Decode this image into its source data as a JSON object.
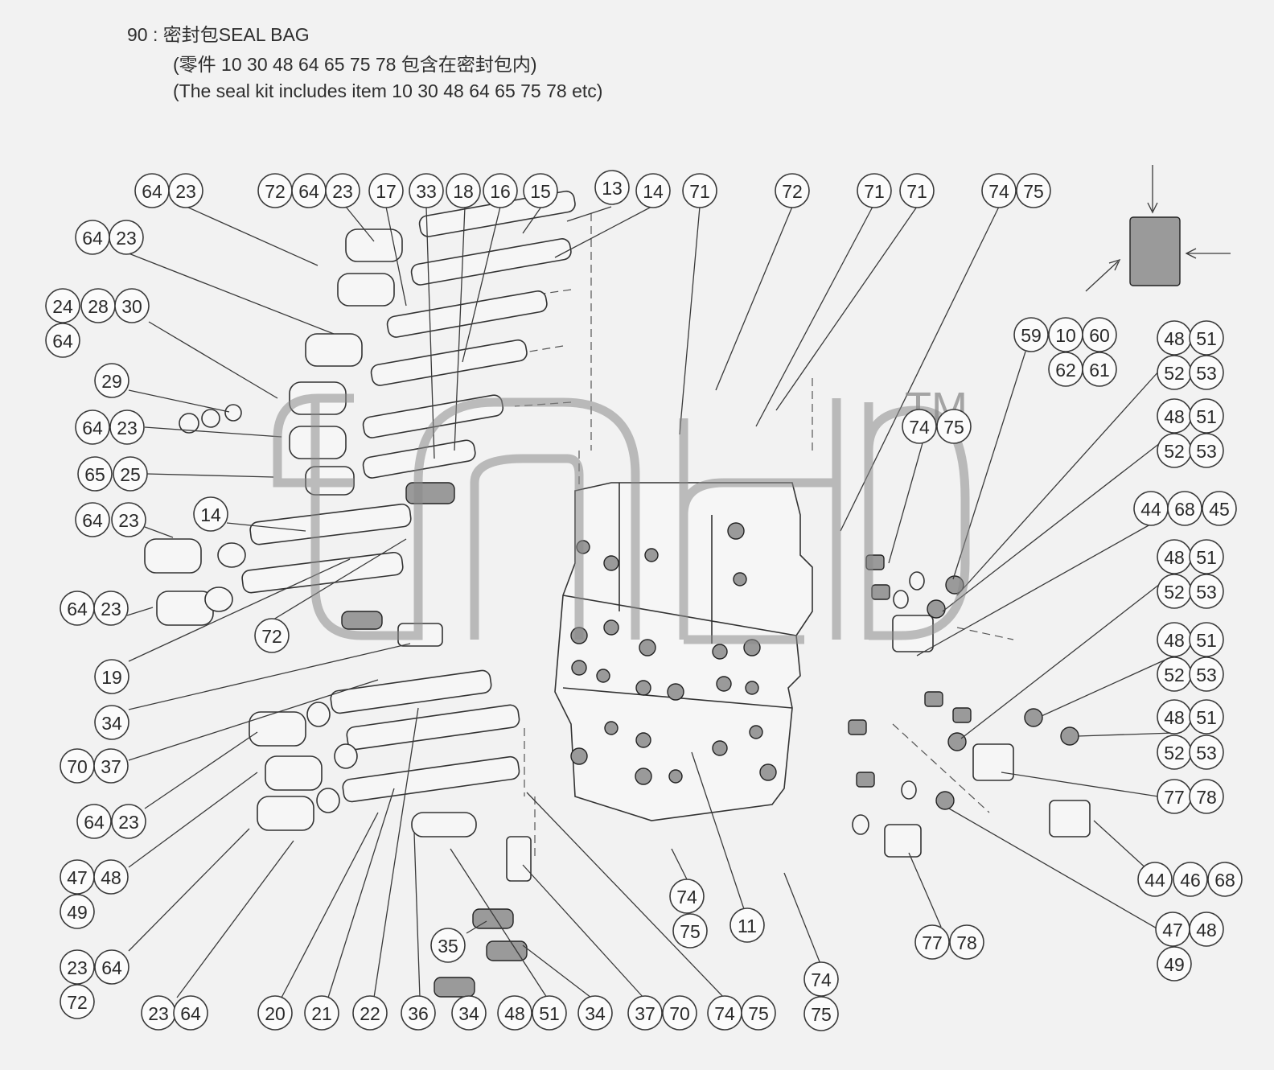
{
  "notes": {
    "line1": "90 : 密封包SEAL BAG",
    "line2": "(零件 10 30 48 64 65 75 78 包含在密封包内)",
    "line3": "(The seal kit includes item 10 30 48 64 65 75 78 etc)"
  },
  "watermark": {
    "brand": "TM"
  },
  "callouts": [
    {
      "id": "c1",
      "label": "64"
    },
    {
      "id": "c2",
      "label": "23"
    },
    {
      "id": "c3",
      "label": "72"
    },
    {
      "id": "c4",
      "label": "64"
    },
    {
      "id": "c5",
      "label": "23"
    },
    {
      "id": "c6",
      "label": "17"
    },
    {
      "id": "c7",
      "label": "33"
    },
    {
      "id": "c8",
      "label": "18"
    },
    {
      "id": "c9",
      "label": "16"
    },
    {
      "id": "c10",
      "label": "15"
    },
    {
      "id": "c11",
      "label": "13"
    },
    {
      "id": "c12",
      "label": "14"
    },
    {
      "id": "c13",
      "label": "71"
    },
    {
      "id": "c14",
      "label": "72"
    },
    {
      "id": "c15",
      "label": "71"
    },
    {
      "id": "c16",
      "label": "71"
    },
    {
      "id": "c17",
      "label": "74"
    },
    {
      "id": "c18",
      "label": "75"
    },
    {
      "id": "c19",
      "label": "64"
    },
    {
      "id": "c20",
      "label": "23"
    },
    {
      "id": "c21",
      "label": "24"
    },
    {
      "id": "c22",
      "label": "28"
    },
    {
      "id": "c23",
      "label": "30"
    },
    {
      "id": "c24",
      "label": "64"
    },
    {
      "id": "c25",
      "label": "29"
    },
    {
      "id": "c26",
      "label": "64"
    },
    {
      "id": "c27",
      "label": "23"
    },
    {
      "id": "c28",
      "label": "65"
    },
    {
      "id": "c29",
      "label": "25"
    },
    {
      "id": "c30",
      "label": "64"
    },
    {
      "id": "c31",
      "label": "23"
    },
    {
      "id": "c32",
      "label": "14"
    },
    {
      "id": "c33",
      "label": "64"
    },
    {
      "id": "c34",
      "label": "23"
    },
    {
      "id": "c35",
      "label": "72"
    },
    {
      "id": "c36",
      "label": "19"
    },
    {
      "id": "c37",
      "label": "34"
    },
    {
      "id": "c38",
      "label": "70"
    },
    {
      "id": "c39",
      "label": "37"
    },
    {
      "id": "c40",
      "label": "64"
    },
    {
      "id": "c41",
      "label": "23"
    },
    {
      "id": "c42",
      "label": "47"
    },
    {
      "id": "c43",
      "label": "48"
    },
    {
      "id": "c44",
      "label": "49"
    },
    {
      "id": "c45",
      "label": "23"
    },
    {
      "id": "c46",
      "label": "64"
    },
    {
      "id": "c47",
      "label": "72"
    },
    {
      "id": "c48",
      "label": "23"
    },
    {
      "id": "c49",
      "label": "64"
    },
    {
      "id": "c50",
      "label": "20"
    },
    {
      "id": "c51",
      "label": "21"
    },
    {
      "id": "c52",
      "label": "22"
    },
    {
      "id": "c53",
      "label": "36"
    },
    {
      "id": "c54",
      "label": "34"
    },
    {
      "id": "c55",
      "label": "48"
    },
    {
      "id": "c56",
      "label": "51"
    },
    {
      "id": "c57",
      "label": "34"
    },
    {
      "id": "c58",
      "label": "37"
    },
    {
      "id": "c59",
      "label": "70"
    },
    {
      "id": "c60",
      "label": "74"
    },
    {
      "id": "c61",
      "label": "75"
    },
    {
      "id": "c62",
      "label": "35"
    },
    {
      "id": "c63",
      "label": "74"
    },
    {
      "id": "c64",
      "label": "75"
    },
    {
      "id": "c65",
      "label": "11"
    },
    {
      "id": "c66",
      "label": "74"
    },
    {
      "id": "c67",
      "label": "75"
    },
    {
      "id": "c68",
      "label": "77"
    },
    {
      "id": "c69",
      "label": "78"
    },
    {
      "id": "c70",
      "label": "74"
    },
    {
      "id": "c71",
      "label": "75"
    },
    {
      "id": "c72",
      "label": "59"
    },
    {
      "id": "c73",
      "label": "10"
    },
    {
      "id": "c74",
      "label": "60"
    },
    {
      "id": "c75",
      "label": "62"
    },
    {
      "id": "c76",
      "label": "61"
    },
    {
      "id": "c77",
      "label": "48"
    },
    {
      "id": "c78",
      "label": "51"
    },
    {
      "id": "c79",
      "label": "52"
    },
    {
      "id": "c80",
      "label": "53"
    },
    {
      "id": "c81",
      "label": "48"
    },
    {
      "id": "c82",
      "label": "51"
    },
    {
      "id": "c83",
      "label": "52"
    },
    {
      "id": "c84",
      "label": "53"
    },
    {
      "id": "c85",
      "label": "44"
    },
    {
      "id": "c86",
      "label": "68"
    },
    {
      "id": "c87",
      "label": "45"
    },
    {
      "id": "c88",
      "label": "48"
    },
    {
      "id": "c89",
      "label": "51"
    },
    {
      "id": "c90",
      "label": "52"
    },
    {
      "id": "c91",
      "label": "53"
    },
    {
      "id": "c92",
      "label": "48"
    },
    {
      "id": "c93",
      "label": "51"
    },
    {
      "id": "c94",
      "label": "52"
    },
    {
      "id": "c95",
      "label": "53"
    },
    {
      "id": "c96",
      "label": "48"
    },
    {
      "id": "c97",
      "label": "51"
    },
    {
      "id": "c98",
      "label": "52"
    },
    {
      "id": "c99",
      "label": "53"
    },
    {
      "id": "c100",
      "label": "77"
    },
    {
      "id": "c101",
      "label": "78"
    },
    {
      "id": "c102",
      "label": "44"
    },
    {
      "id": "c103",
      "label": "46"
    },
    {
      "id": "c104",
      "label": "68"
    },
    {
      "id": "c105",
      "label": "47"
    },
    {
      "id": "c106",
      "label": "48"
    },
    {
      "id": "c107",
      "label": "49"
    }
  ]
}
